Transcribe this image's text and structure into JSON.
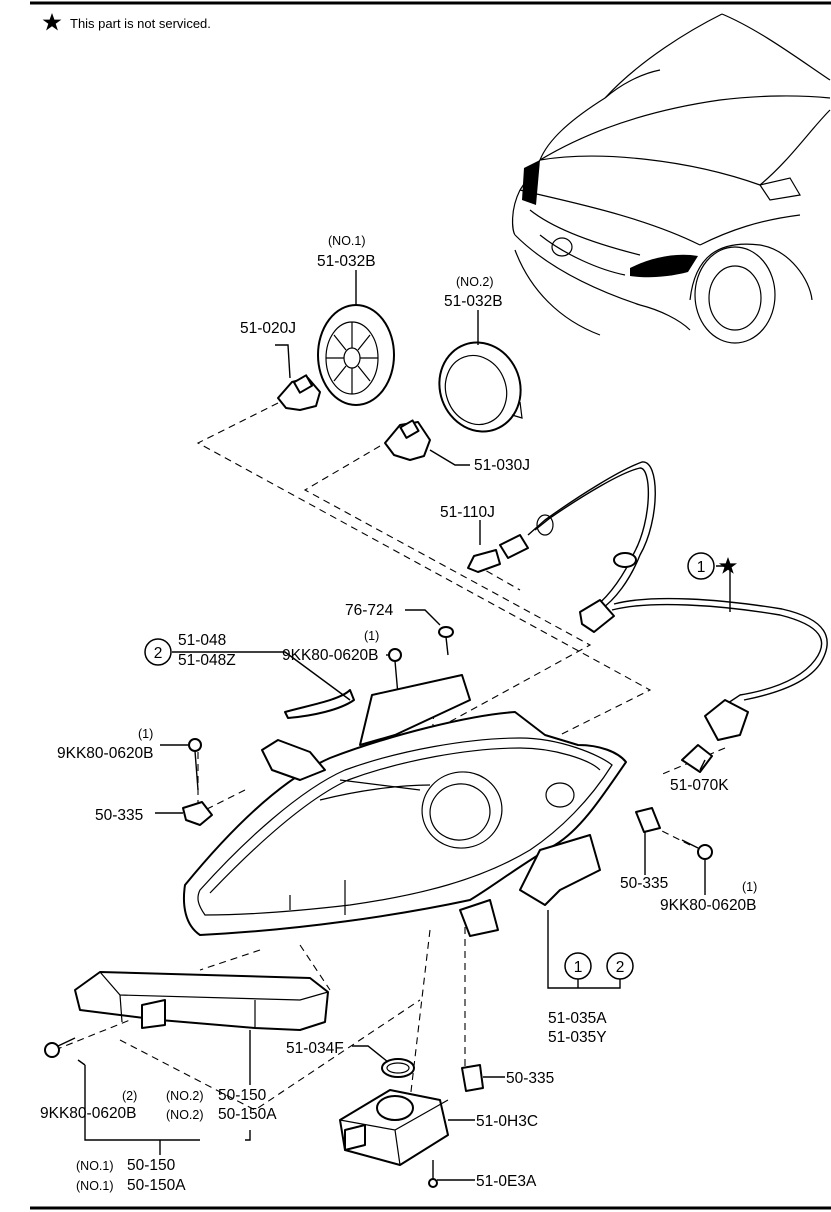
{
  "note": {
    "star_icon": "star-icon",
    "text": "This part is not serviced."
  },
  "parts": {
    "socket_cover_1": {
      "qualifier": "(NO.1)",
      "code": "51-032B"
    },
    "socket_cover_2": {
      "qualifier": "(NO.2)",
      "code": "51-032B"
    },
    "bulb_020": "51-020J",
    "bulb_030": "51-030J",
    "bulb_110": "51-110J",
    "harness_ref": "1",
    "clip_724": "76-724",
    "seal_ref": "2",
    "seal_code_a": "51-048",
    "seal_code_b": "51-048Z",
    "screw_top": {
      "qty": "(1)",
      "code": "9KK80-0620B"
    },
    "screw_left": {
      "qty": "(1)",
      "code": "9KK80-0620B"
    },
    "nut_left": "50-335",
    "bulb_070": "51-070K",
    "nut_right": "50-335",
    "screw_right": {
      "qty": "(1)",
      "code": "9KK80-0620B"
    },
    "headlamp_refs": [
      "1",
      "2"
    ],
    "headlamp_a": "51-035A",
    "headlamp_y": "51-035Y",
    "bracket_2": {
      "qualifier": "(NO.2)",
      "code": "50-150"
    },
    "bracket_2a": {
      "qualifier": "(NO.2)",
      "code": "50-150A"
    },
    "screw_bottom": {
      "qty": "(2)",
      "code": "9KK80-0620B"
    },
    "bracket_1": {
      "qualifier": "(NO.1)",
      "code": "50-150"
    },
    "bracket_1a": {
      "qualifier": "(NO.1)",
      "code": "50-150A"
    },
    "ring_034": "51-034F",
    "nut_bottom": "50-335",
    "ballast": "51-0H3C",
    "ballast_screw": "51-0E3A"
  }
}
